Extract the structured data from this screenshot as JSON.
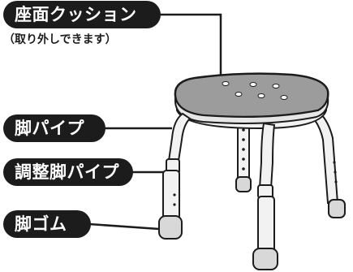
{
  "labels": {
    "seat_cushion": "座面クッション",
    "seat_cushion_note": "（取り外しできます）",
    "leg_pipe": "脚パイプ",
    "adjust_leg_pipe": "調整脚パイプ",
    "leg_rubber": "脚ゴム"
  },
  "colors": {
    "label_bg": "#1c1c1c",
    "label_text": "#ffffff",
    "cushion": "#9c9c9c",
    "frame": "#f2f2f2",
    "outline": "#1c1c1c",
    "rubber": "#d8d8d8"
  }
}
